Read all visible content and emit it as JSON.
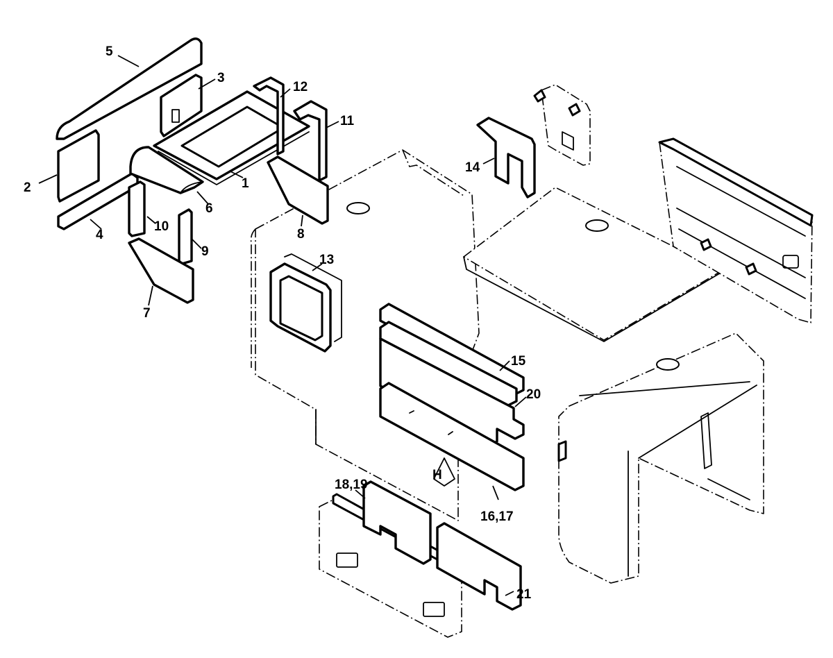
{
  "callouts": [
    {
      "id": "1",
      "text": "1"
    },
    {
      "id": "2",
      "text": "2"
    },
    {
      "id": "3",
      "text": "3"
    },
    {
      "id": "4",
      "text": "4"
    },
    {
      "id": "5",
      "text": "5"
    },
    {
      "id": "6",
      "text": "6"
    },
    {
      "id": "7",
      "text": "7"
    },
    {
      "id": "8",
      "text": "8"
    },
    {
      "id": "9",
      "text": "9"
    },
    {
      "id": "10",
      "text": "10"
    },
    {
      "id": "11",
      "text": "11"
    },
    {
      "id": "12",
      "text": "12"
    },
    {
      "id": "13",
      "text": "13"
    },
    {
      "id": "14",
      "text": "14"
    },
    {
      "id": "15",
      "text": "15"
    },
    {
      "id": "16_17",
      "text": "16,17"
    },
    {
      "id": "18_19",
      "text": "18,19"
    },
    {
      "id": "20",
      "text": "20"
    },
    {
      "id": "21",
      "text": "21"
    }
  ]
}
